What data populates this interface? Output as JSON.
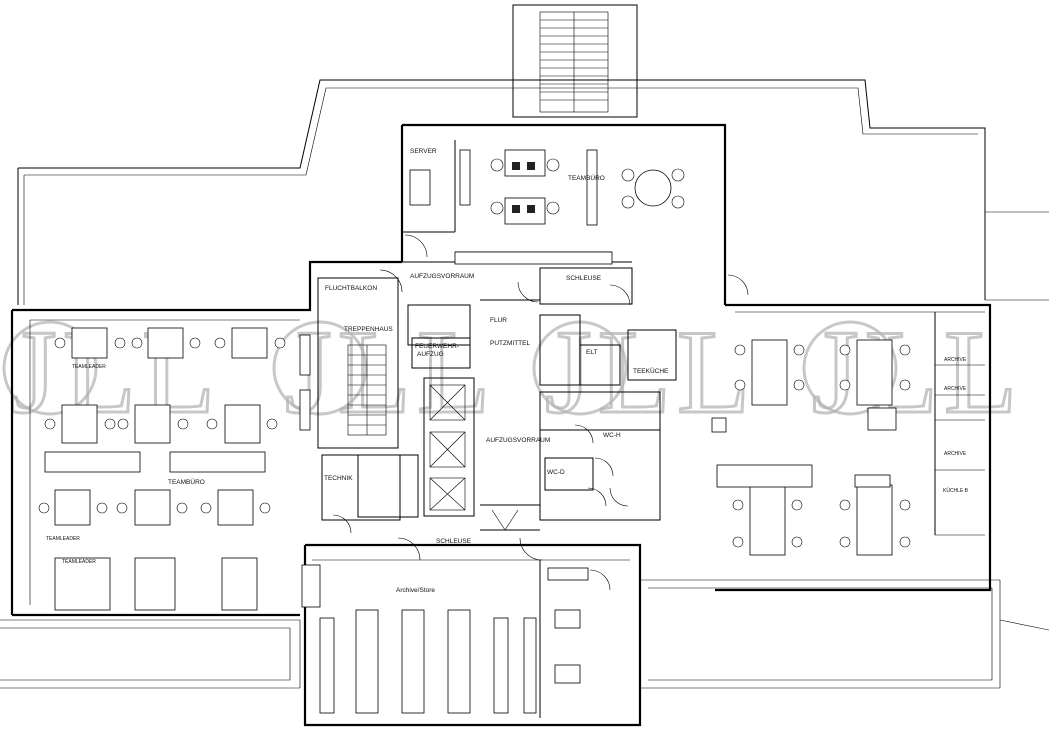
{
  "rooms": {
    "server": "SERVER",
    "teambuero_top": "TEAMBÜRO",
    "aufzugsvorraum_top": "AUFZUGSVORRAUM",
    "schleuse_top": "SCHLEUSE",
    "fluchtbalkon": "FLUCHTBALKON",
    "treppenhaus": "TREPPENHAUS",
    "flur": "FLUR",
    "feuerwehraufzug_1": "FEUERWEHR-",
    "feuerwehraufzug_2": "AUFZUG",
    "putzmittel": "PUTZMITTEL",
    "elt": "ELT",
    "teekueche": "TEEKÜCHE",
    "aufzugsvorraum_mid": "AUFZUGSVORRAUM",
    "wc_h": "WC-H",
    "wc_d": "WC-D",
    "technik": "TECHNIK",
    "schleuse_bottom": "SCHLEUSE",
    "archive_store": "Archive/Store",
    "teamleader_1": "TEAMLEADER",
    "teambuero_left": "TEAMBÜRO",
    "teamleader_2": "TEAMLEADER",
    "teamleader_3": "TEAMLEADER",
    "archive_1": "ARCHIVE",
    "archive_2": "ARCHIVE",
    "archive_3": "ARCHIVE",
    "kuechle": "KÜCHLE B"
  },
  "watermark": {
    "text": "JLL",
    "color": "#b5b5b5"
  }
}
